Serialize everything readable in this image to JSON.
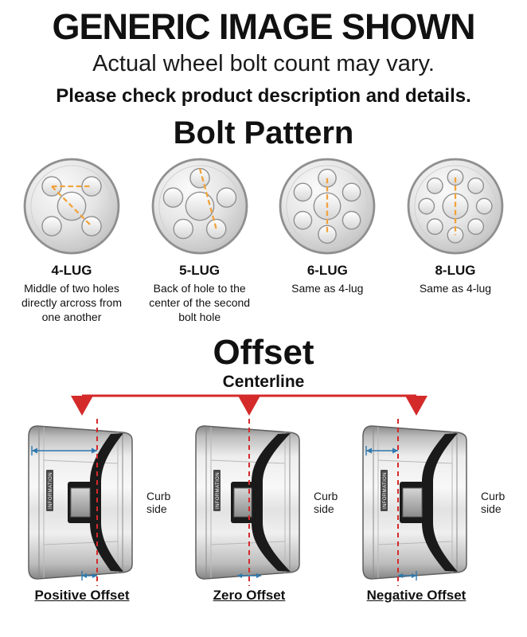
{
  "header": {
    "title": "GENERIC IMAGE SHOWN",
    "subtitle": "Actual wheel bolt count may vary.",
    "note": "Please check product description and details."
  },
  "bolt_pattern": {
    "title": "Bolt Pattern",
    "lugs": [
      {
        "label": "4-LUG",
        "description": "Middle of two holes directly arcross from one another"
      },
      {
        "label": "5-LUG",
        "description": "Back of hole to the center of the second bolt hole"
      },
      {
        "label": "6-LUG",
        "description": "Same as 4-lug"
      },
      {
        "label": "8-LUG",
        "description": "Same as 4-lug"
      }
    ]
  },
  "offset": {
    "title": "Offset",
    "centerline_label": "Centerline",
    "curb_side_label": "Curb side",
    "rim_stamp_text": "INFORMATION",
    "diagrams": [
      {
        "label": "Positive Offset"
      },
      {
        "label": "Zero Offset"
      },
      {
        "label": "Negative Offset"
      }
    ]
  },
  "colors": {
    "centerline_red": "#d42a2a",
    "measure_orange": "#f1a33c",
    "dimension_blue": "#2e78ad",
    "wheel_dark": "#1a1a1a"
  }
}
